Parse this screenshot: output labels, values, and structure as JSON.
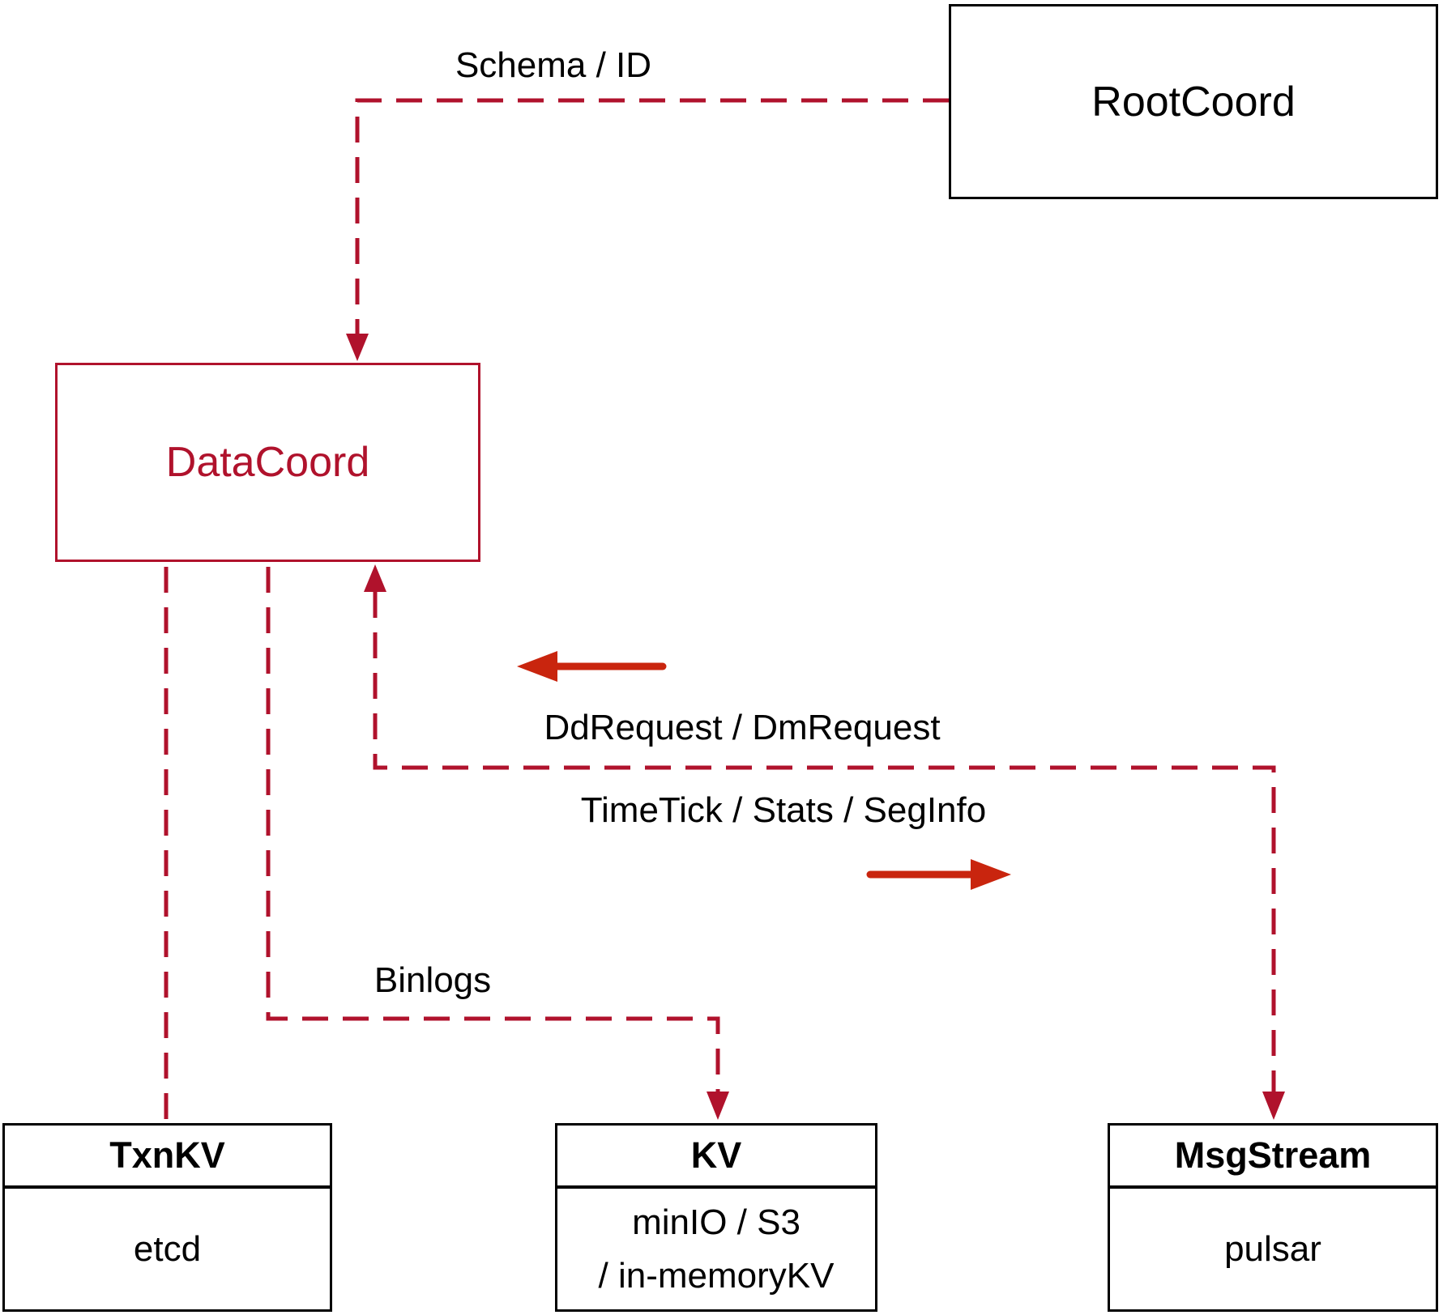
{
  "diagram": {
    "nodes": {
      "rootcoord": {
        "label": "RootCoord"
      },
      "datacoord": {
        "label": "DataCoord"
      },
      "txnkv": {
        "title": "TxnKV",
        "body": "etcd"
      },
      "kv": {
        "title": "KV",
        "body_line1": "minIO / S3",
        "body_line2": "/ in-memoryKV"
      },
      "msgstream": {
        "title": "MsgStream",
        "body": "pulsar"
      }
    },
    "edges": {
      "schema_id_label": "Schema / ID",
      "ddrequest_label": "DdRequest / DmRequest",
      "timetick_label": "TimeTick / Stats / SegInfo",
      "binlogs_label": "Binlogs"
    },
    "colors": {
      "edge_red": "#b0122c",
      "arrow_red": "#c9250e",
      "box_black": "#000000",
      "text_black": "#000000"
    }
  }
}
